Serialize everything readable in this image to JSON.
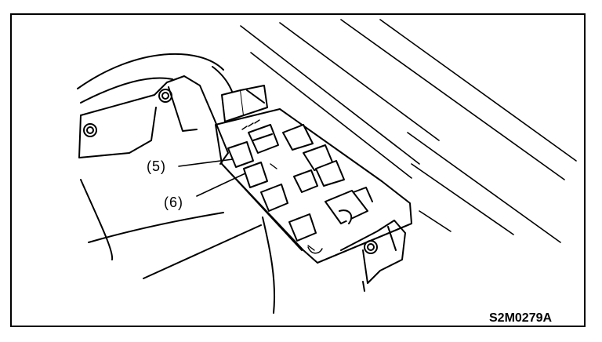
{
  "callouts": [
    {
      "id": "5",
      "text": "(5)"
    },
    {
      "id": "6",
      "text": "(6)"
    }
  ],
  "figure_code": "S2M0279A",
  "colors": {
    "ink": "#000000",
    "paper": "#ffffff"
  }
}
